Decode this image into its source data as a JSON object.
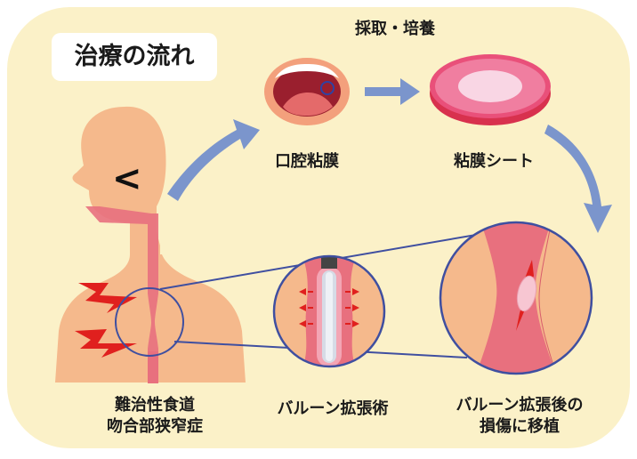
{
  "title": "治療の流れ",
  "steps": {
    "harvest_culture": "採取・培養",
    "oral_mucosa": "口腔粘膜",
    "mucosal_sheet": "粘膜シート",
    "stricture_line1": "難治性食道",
    "stricture_line2": "吻合部狭窄症",
    "balloon_dilation": "バルーン拡張術",
    "transplant_line1": "バルーン拡張後の",
    "transplant_line2": "損傷に移植"
  },
  "colors": {
    "background": "#fbf1c8",
    "skin": "#f5b98c",
    "esophagus": "#e8707e",
    "arrow": "#7b95cc",
    "outline": "#3f4fa0",
    "pain_bolt": "#e0201e",
    "sheet": "#e0406a"
  },
  "icons": {
    "face_mark": "less-than-glyph",
    "pain": "lightning-bolt-icon",
    "dilation_arrows": "red-arrow-icons"
  }
}
